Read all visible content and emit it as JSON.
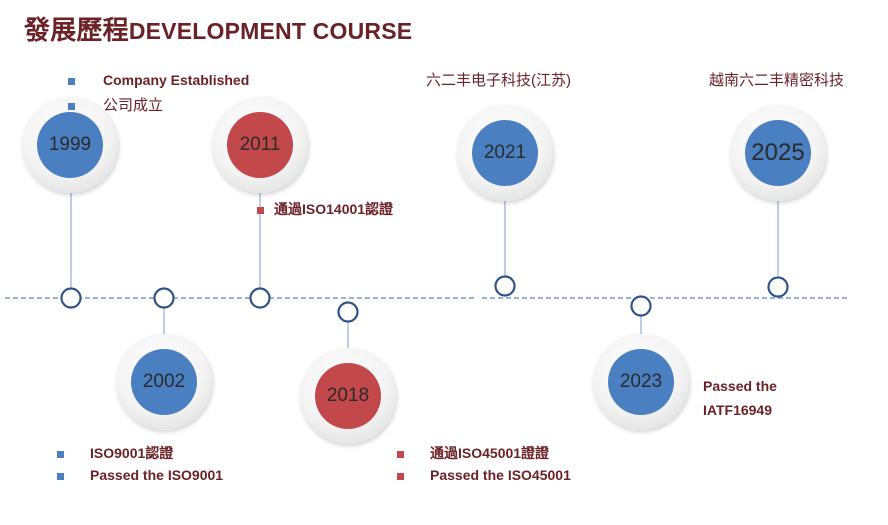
{
  "title": {
    "zh": "發展歷程",
    "en": "DEVELOPMENT COURSE"
  },
  "colors": {
    "blue": "#4a7fc1",
    "red": "#c2484b",
    "text": "#6b2226",
    "line": "#5b86b9"
  },
  "events": [
    {
      "year": "1999",
      "color": "blue",
      "notes": [
        "Company Established",
        "公司成立"
      ]
    },
    {
      "year": "2002",
      "color": "blue",
      "notes": [
        "ISO9001認證",
        "Passed the ISO9001"
      ]
    },
    {
      "year": "2011",
      "color": "red",
      "notes": [
        "通過ISO14001認證"
      ]
    },
    {
      "year": "2018",
      "color": "red",
      "notes": [
        "通過ISO45001證證",
        "Passed the ISO45001"
      ]
    },
    {
      "year": "2021",
      "color": "blue",
      "notes": [
        "六二丰电子科技(江苏)"
      ]
    },
    {
      "year": "2023",
      "color": "blue",
      "notes": [
        "Passed the",
        "IATF16949"
      ]
    },
    {
      "year": "2025",
      "color": "blue",
      "notes": [
        "越南六二丰精密科技"
      ]
    }
  ]
}
